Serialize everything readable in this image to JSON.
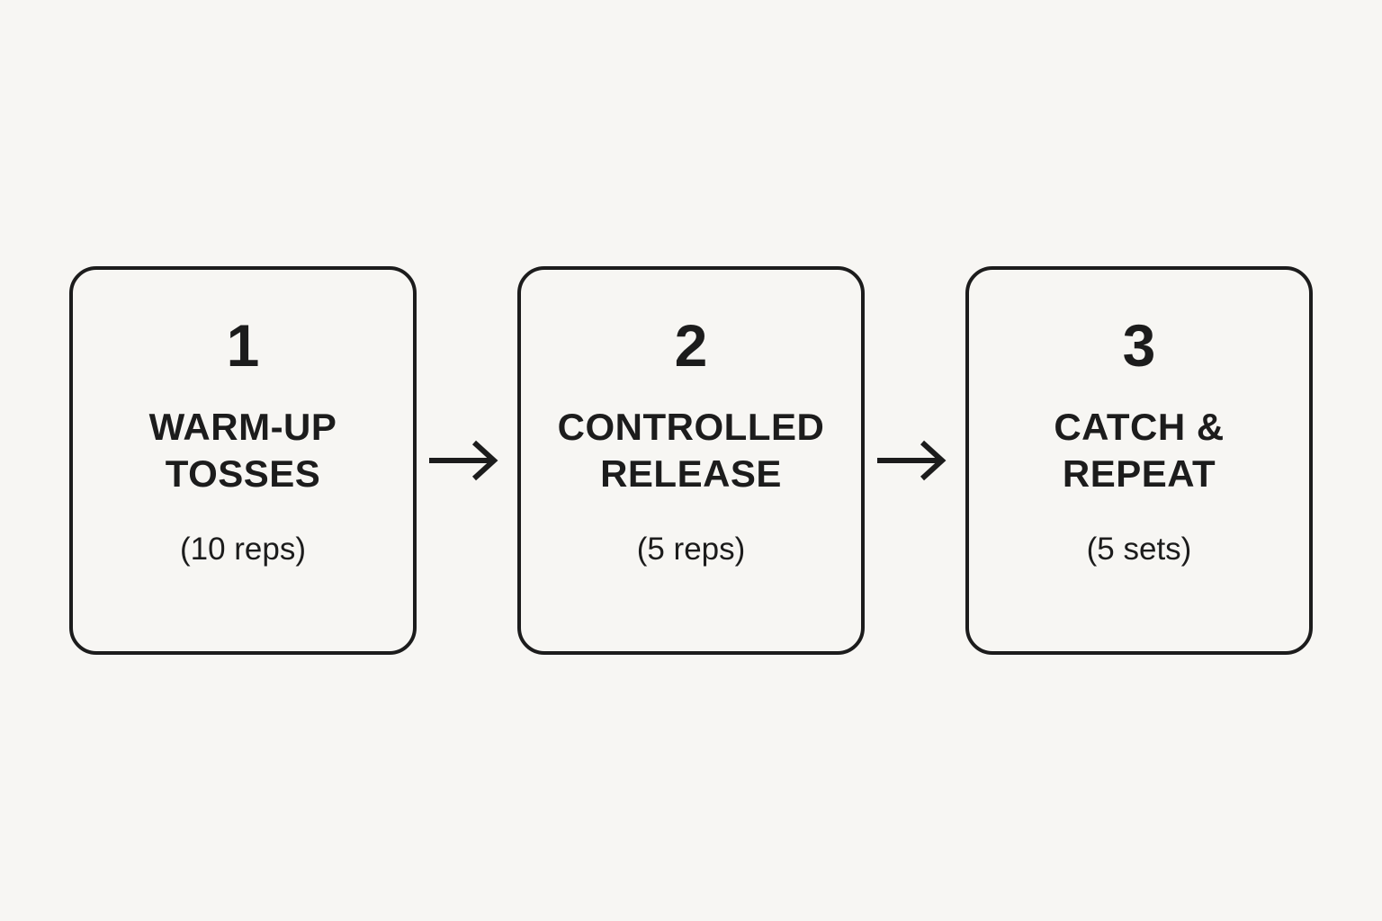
{
  "diagram": {
    "title": "three-step throwing drill flow",
    "colors": {
      "background": "#f7f6f3",
      "border": "#1c1c1c",
      "text": "#1c1c1c"
    },
    "steps": [
      {
        "number": "1",
        "title": "WARM-UP TOSSES",
        "subtitle": "(10 reps)"
      },
      {
        "number": "2",
        "title": "CONTROLLED RELEASE",
        "subtitle": "(5 reps)"
      },
      {
        "number": "3",
        "title": "CATCH & REPEAT",
        "subtitle": "(5 sets)"
      }
    ]
  }
}
